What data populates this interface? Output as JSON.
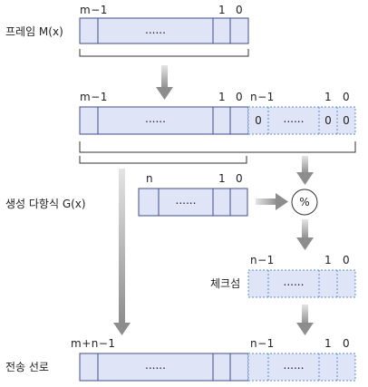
{
  "labels": {
    "frame": "프레임 M(x)",
    "generator": "생성 다항식 G(x)",
    "checksum": "체크섬",
    "transmission": "전송 선로"
  },
  "indices": {
    "m_minus_1": "m−1",
    "n_minus_1": "n−1",
    "n": "n",
    "m_plus_n_minus_1": "m+n−1",
    "one": "1",
    "zero": "0"
  },
  "cells": {
    "dots": "......",
    "zero": "0"
  },
  "operator": "%",
  "colors": {
    "block_fill": "#dfe5f7",
    "block_stroke": "#3f4d8c",
    "dashed_stroke": "#5a8fd0",
    "arrow": "#9a9a9a"
  }
}
